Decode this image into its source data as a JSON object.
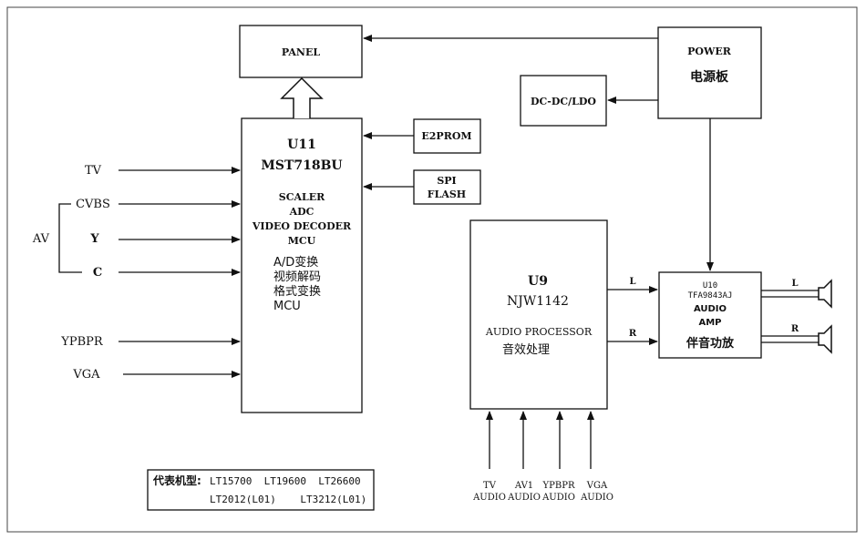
{
  "panel": {
    "label": "PANEL"
  },
  "power": {
    "label_en": "POWER",
    "label_cn": "电源板"
  },
  "dcdc": {
    "label": "DC-DC/LDO"
  },
  "e2prom": {
    "label": "E2PROM"
  },
  "spi": {
    "line1": "SPI",
    "line2": "FLASH"
  },
  "u11": {
    "ref": "U11",
    "part": "MST718BU",
    "functions_en": [
      "SCALER",
      "ADC",
      "VIDEO DECODER",
      "MCU"
    ],
    "functions_cn": [
      "A/D变换",
      "视频解码",
      "格式变换",
      "MCU"
    ]
  },
  "inputs": {
    "tv": "TV",
    "cvbs": "CVBS",
    "y": "Y",
    "c": "C",
    "av": "AV",
    "ypbpr": "YPBPR",
    "vga": "VGA"
  },
  "u9": {
    "ref": "U9",
    "part": "NJW1142",
    "func_en": "AUDIO PROCESSOR",
    "func_cn": "音效处理"
  },
  "u10": {
    "ref": "U10",
    "part": "TFA9843AJ",
    "func1": "AUDIO",
    "func2": "AMP",
    "func_cn": "伴音功放"
  },
  "channels": {
    "left": "L",
    "right": "R"
  },
  "audio_inputs": [
    {
      "top": "TV",
      "bottom": "AUDIO"
    },
    {
      "top": "AV1",
      "bottom": "AUDIO"
    },
    {
      "top": "YPBPR",
      "bottom": "AUDIO"
    },
    {
      "top": "VGA",
      "bottom": "AUDIO"
    }
  ],
  "models": {
    "title": "代表机型:",
    "line1": "LT15700  LT19600  LT26600",
    "line2": "LT2012(L01)    LT3212(L01)"
  }
}
